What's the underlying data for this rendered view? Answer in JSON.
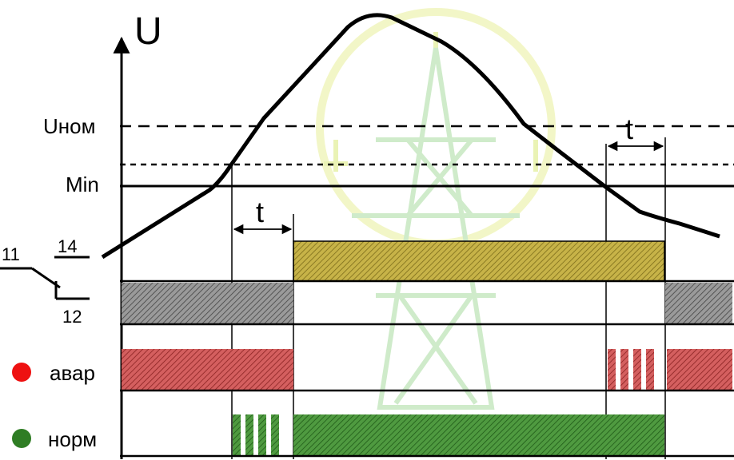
{
  "axis": {
    "y_label": "U"
  },
  "levels": {
    "nominal_label": "Uном",
    "min_label": "Min"
  },
  "delay": {
    "left_label": "t",
    "right_label": "t"
  },
  "contacts": {
    "common": "11",
    "normally_open": "14",
    "normally_closed": "12"
  },
  "indicators": {
    "fault": {
      "label": "авар",
      "color": "#ee1111"
    },
    "normal": {
      "label": "норм",
      "color": "#2f7d24"
    }
  },
  "colors": {
    "relay_14": "#b7a33a",
    "relay_12": "#7a7a7a",
    "fault_bar": "#c84a4a",
    "normal_bar": "#3f8a32",
    "watermark": "#b9e2b0"
  }
}
